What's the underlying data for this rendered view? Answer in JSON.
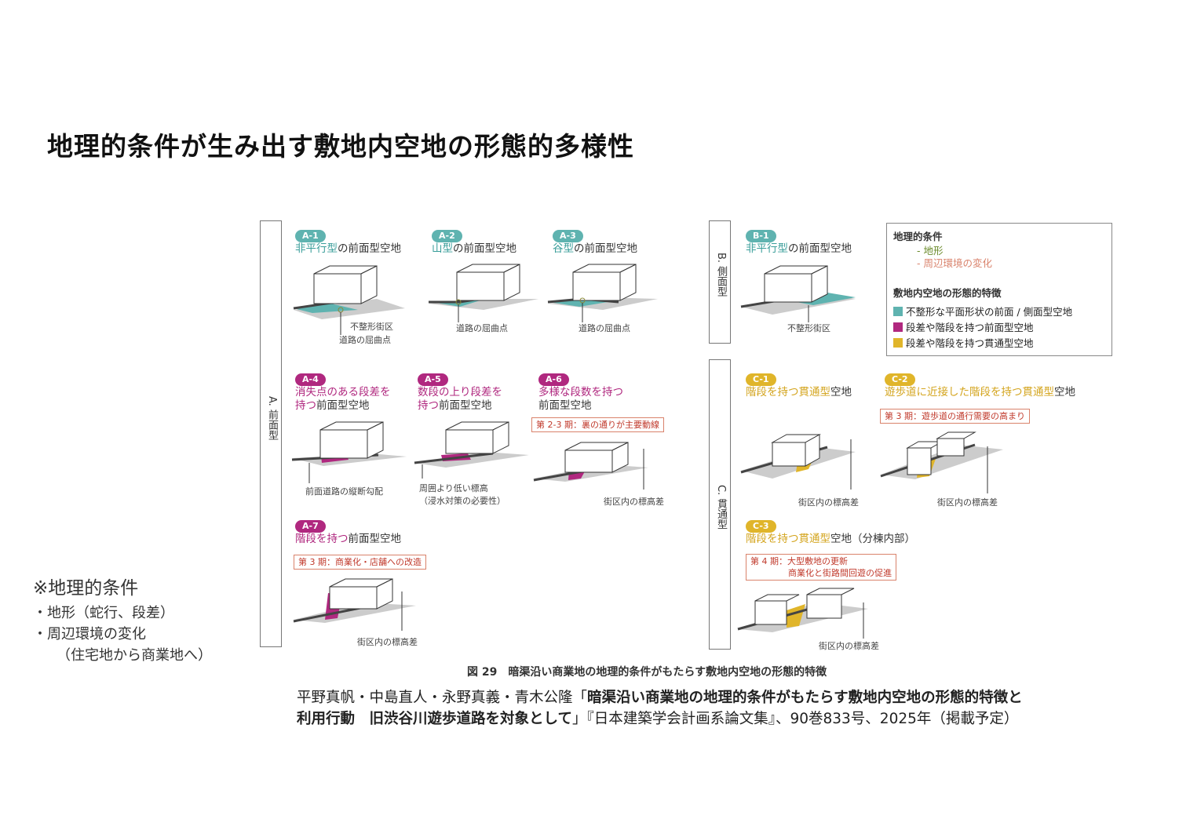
{
  "title": "地理的条件が生み出す敷地内空地の形態的多様性",
  "note": {
    "heading": "※地理的条件",
    "items": [
      "・地形（蛇行、段差）",
      "・周辺環境の変化",
      "（住宅地から商業地へ）"
    ]
  },
  "colors": {
    "teal": "#5fb3b0",
    "magenta": "#b0287f",
    "yellow": "#e0b52a",
    "ground": "#555555",
    "period_border": "#d9826b"
  },
  "sections": {
    "A": "A. 前面型",
    "B": "B. 側面型",
    "C": "C. 貫通型"
  },
  "panels": {
    "A1": {
      "badge": "A-1",
      "title_hl": "非平行型",
      "title_rest": "の前面型空地",
      "ann1": "不整形街区",
      "ann2": "道路の屈曲点"
    },
    "A2": {
      "badge": "A-2",
      "title_hl": "山型",
      "title_rest": "の前面型空地",
      "ann1": "道路の屈曲点"
    },
    "A3": {
      "badge": "A-3",
      "title_hl": "谷型",
      "title_rest": "の前面型空地",
      "ann1": "道路の屈曲点"
    },
    "A4": {
      "badge": "A-4",
      "title_l1": "消失点のある段差を",
      "title_l2_hl": "持つ",
      "title_l2_rest": "前面型空地",
      "ann1": "前面道路の縦断勾配"
    },
    "A5": {
      "badge": "A-5",
      "title_l1": "数段の上り段差を",
      "title_l2_hl": "持つ",
      "title_l2_rest": "前面型空地",
      "ann1": "周囲より低い標高",
      "ann2": "（浸水対策の必要性）"
    },
    "A6": {
      "badge": "A-6",
      "title_l1": "多様な段数を持つ",
      "title_l2": "前面型空地",
      "period": "第 2-3 期：裏の通りが主要動線",
      "ann1": "街区内の標高差"
    },
    "A7": {
      "badge": "A-7",
      "title_hl": "階段を持つ",
      "title_rest": "前面型空地",
      "period": "第 3 期：商業化・店舗への改造",
      "ann1": "街区内の標高差"
    },
    "B1": {
      "badge": "B-1",
      "title_hl": "非平行型",
      "title_rest": "の前面型空地",
      "ann1": "不整形街区"
    },
    "C1": {
      "badge": "C-1",
      "title_hl": "階段を持つ貫通型",
      "title_rest": "空地",
      "ann1": "街区内の標高差"
    },
    "C2": {
      "badge": "C-2",
      "title_hl": "遊歩道に近接した階段を持つ貫通型",
      "title_rest": "空地",
      "period": "第 3 期：遊歩道の通行需要の高まり",
      "ann1": "街区内の標高差"
    },
    "C3": {
      "badge": "C-3",
      "title_hl": "階段を持つ貫通型",
      "title_rest": "空地（分棟内部）",
      "period_l1": "第 4 期：大型敷地の更新",
      "period_l2": "商業化と街路間回遊の促進",
      "ann1": "街区内の標高差"
    }
  },
  "legend": {
    "h1": "地理的条件",
    "cond1": "- 地形",
    "cond2": "- 周辺環境の変化",
    "h2": "敷地内空地の形態的特徴",
    "item1": "不整形な平面形状の前面 / 側面型空地",
    "item2": "段差や階段を持つ前面型空地",
    "item3": "段差や階段を持つ貫通型空地"
  },
  "figure_caption": "図 29　暗渠沿い商業地の地理的条件がもたらす敷地内空地の形態的特徴",
  "citation": {
    "authors": "平野真帆・中島直人・永野真義・青木公隆「",
    "title_l1": "暗渠沿い商業地の地理的条件がもたらす敷地内空地の形態的特徴と",
    "title_l2": "利用行動　旧渋谷川遊歩道路を対象として",
    "rest": "」『日本建築学会計画系論文集』、90巻833号、2025年（掲載予定）"
  }
}
